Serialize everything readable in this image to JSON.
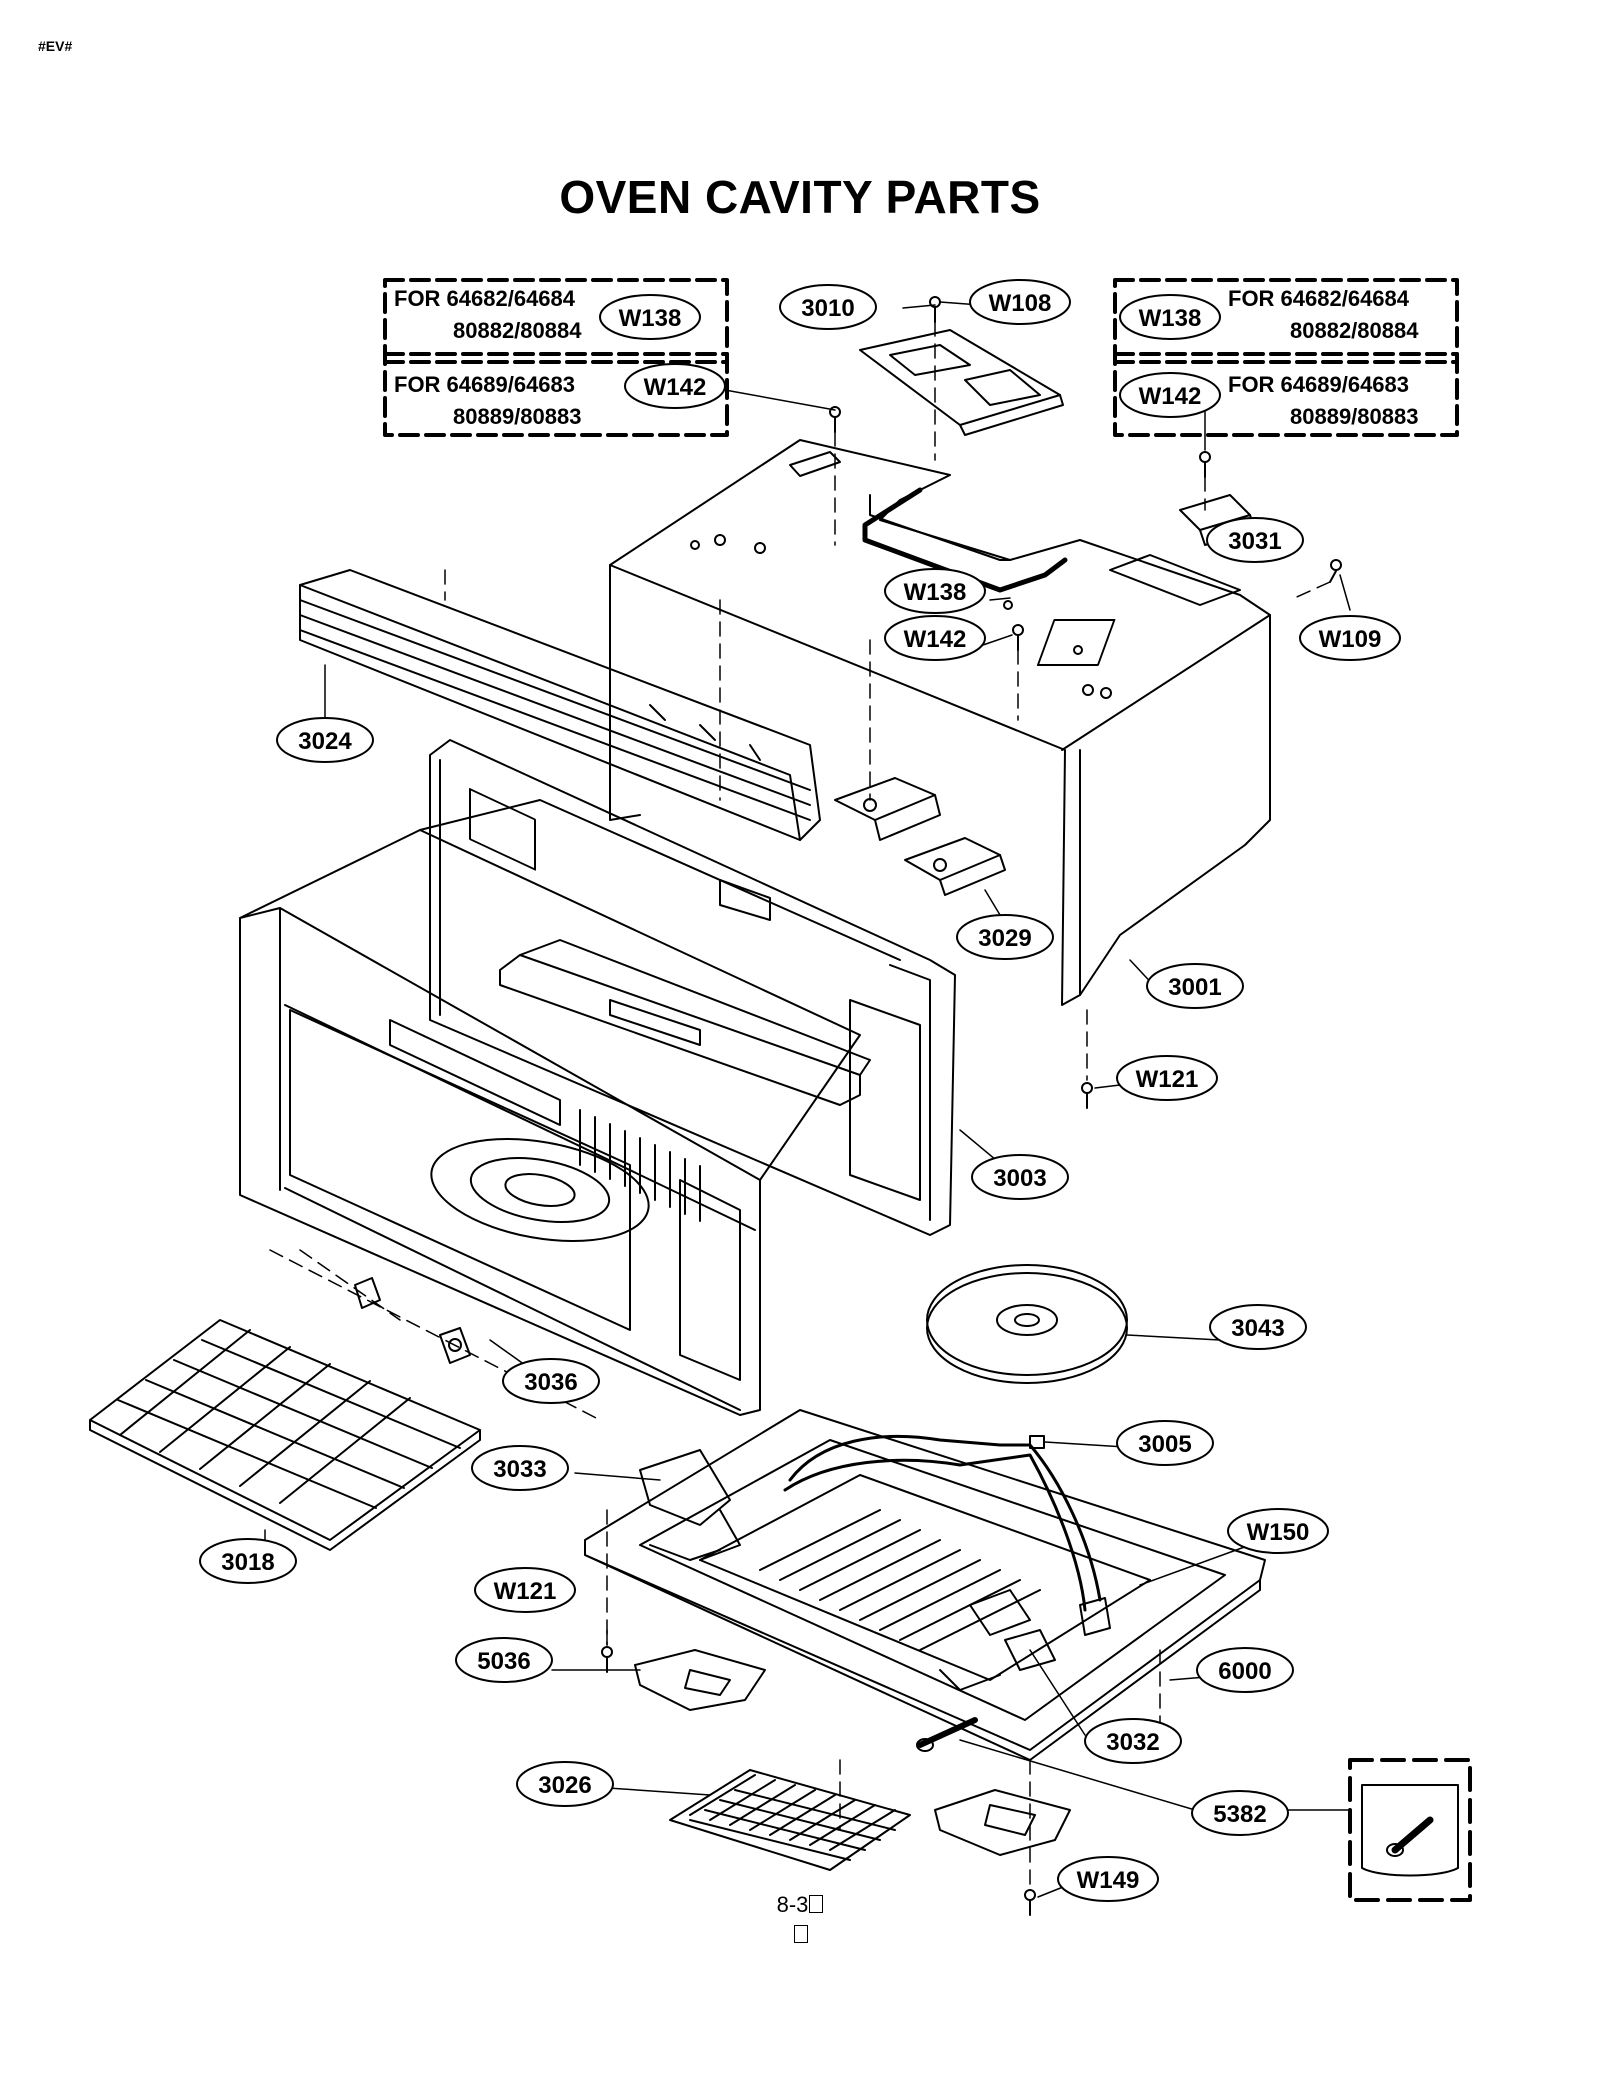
{
  "corner_mark": "#EV#",
  "title": "OVEN CAVITY PARTS",
  "notes": {
    "left_top": [
      "FOR 64682/64684",
      "80882/80884"
    ],
    "left_bottom": [
      "FOR 64689/64683",
      "80889/80883"
    ],
    "right_top": [
      "FOR 64682/64684",
      "80882/80884"
    ],
    "right_bottom": [
      "FOR 64689/64683",
      "80889/80883"
    ]
  },
  "callouts": {
    "w138_left": "W138",
    "w142_left": "W142",
    "w138_right": "W138",
    "w142_right": "W142",
    "p3010": "3010",
    "w108": "W108",
    "p3031": "3031",
    "w109": "W109",
    "w138_mid": "W138",
    "w142_mid": "W142",
    "p3024": "3024",
    "p3029": "3029",
    "p3001": "3001",
    "w121_top": "W121",
    "p3003": "3003",
    "p3043": "3043",
    "p3036": "3036",
    "p3005": "3005",
    "p3033": "3033",
    "w150": "W150",
    "p3018": "3018",
    "w121_bottom": "W121",
    "p5036": "5036",
    "p6000": "6000",
    "p3032": "3032",
    "p3026": "3026",
    "p5382": "5382",
    "w149": "W149"
  },
  "footer": {
    "page": "8-3"
  }
}
